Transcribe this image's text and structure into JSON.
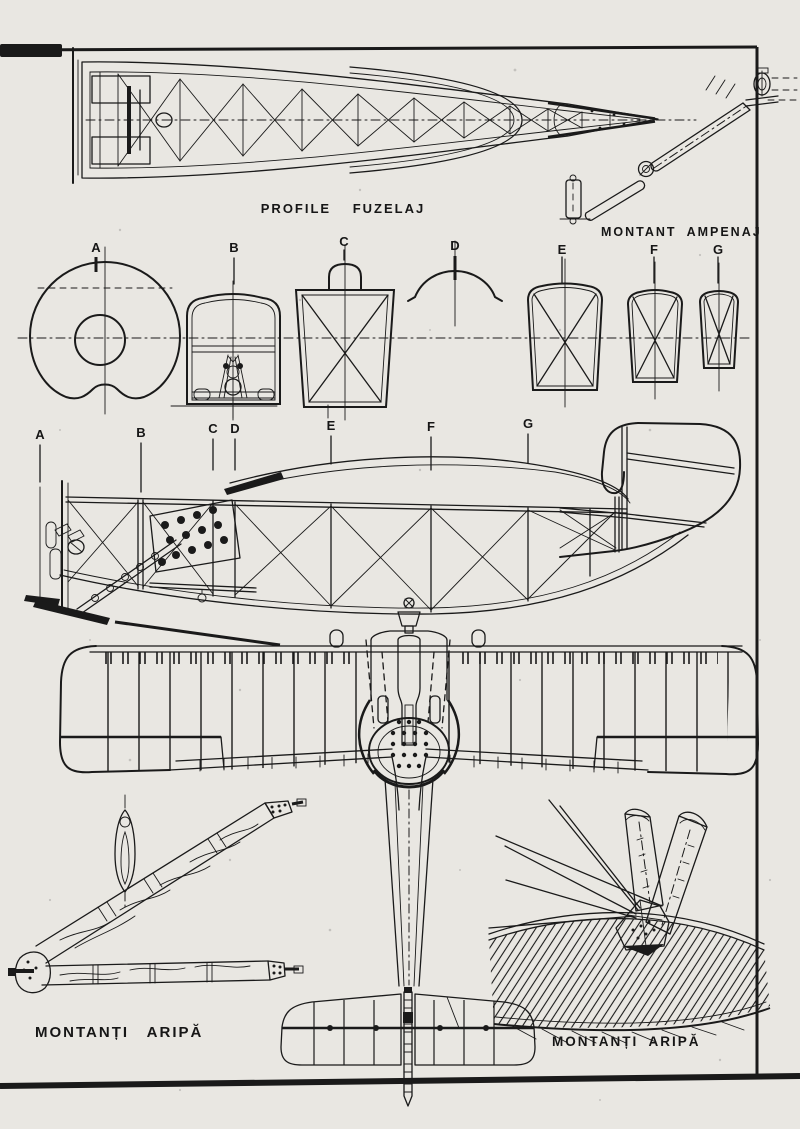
{
  "page": {
    "paper": "#e9e7e2",
    "ink": "#1a1a1a"
  },
  "labels": {
    "profile_fuzelaj": "PROFILE FUZELAJ",
    "montant_ampenaj": "MONTANT AMPENAJ",
    "montanti_aripa_left": "MONTANȚI ARIPĂ",
    "montanti_aripa_right": "MONTANȚI ARIPĂ"
  },
  "sections": {
    "row_top": [
      "A",
      "B",
      "C",
      "D",
      "E",
      "F",
      "G"
    ],
    "row_side": [
      "A",
      "B",
      "C",
      "D",
      "E",
      "F",
      "G"
    ]
  }
}
